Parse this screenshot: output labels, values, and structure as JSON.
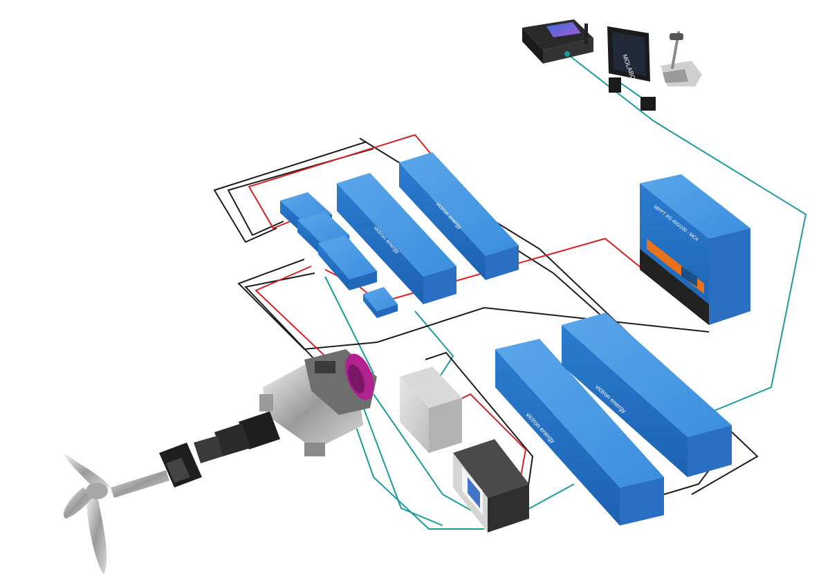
{
  "labels": {
    "display_brand": "MOLABO",
    "battery_logo": "victron energy",
    "battery_logo_2": "victron energy",
    "battery_logo_3": "victron energy",
    "battery_logo_4": "victron energy",
    "inverter_model": "MPPT RS 450/100 - MC4"
  },
  "colors": {
    "positive_cable": "#d61f26",
    "negative_cable": "#1a1a1a",
    "data_cable": "#1b9a9a",
    "victron_blue": "#2f86d8",
    "motor_accent": "#b0228f"
  }
}
